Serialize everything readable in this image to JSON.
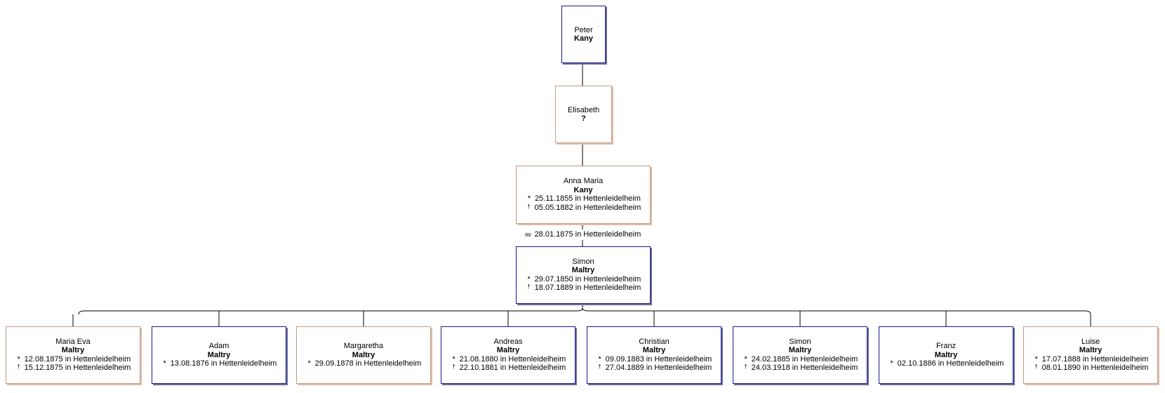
{
  "tree": {
    "grandfather": {
      "given": "Peter",
      "surname": "Kany",
      "sex": "male",
      "events": []
    },
    "grandmother": {
      "given": "Elisabeth",
      "surname": "?",
      "sex": "female",
      "events": []
    },
    "mother": {
      "given": "Anna Maria",
      "surname": "Kany",
      "sex": "female",
      "events": [
        {
          "symbol": "*",
          "type": "birth",
          "text": "25.11.1855 in Hettenleidelheim"
        },
        {
          "symbol": "†",
          "type": "death",
          "text": "05.05.1882 in Hettenleidelheim"
        }
      ]
    },
    "marriage": {
      "symbol": "∞",
      "text": "28.01.1875 in Hettenleidelheim"
    },
    "father": {
      "given": "Simon",
      "surname": "Maltry",
      "sex": "male",
      "events": [
        {
          "symbol": "*",
          "type": "birth",
          "text": "29.07.1850 in Hettenleidelheim"
        },
        {
          "symbol": "†",
          "type": "death",
          "text": "18.07.1889 in Hettenleidelheim"
        }
      ]
    },
    "children": [
      {
        "given": "Maria Eva",
        "surname": "Maltry",
        "sex": "female",
        "events": [
          {
            "symbol": "*",
            "type": "birth",
            "text": "12.08.1875 in Hettenleidelheim"
          },
          {
            "symbol": "†",
            "type": "death",
            "text": "15.12.1875 in Hettenleidelheim"
          }
        ]
      },
      {
        "given": "Adam",
        "surname": "Maltry",
        "sex": "male",
        "events": [
          {
            "symbol": "*",
            "type": "birth",
            "text": "13.08.1876 in Hettenleidelheim"
          }
        ]
      },
      {
        "given": "Margaretha",
        "surname": "Maltry",
        "sex": "female",
        "events": [
          {
            "symbol": "*",
            "type": "birth",
            "text": "29.09.1878 in Hettenleidelheim"
          }
        ]
      },
      {
        "given": "Andreas",
        "surname": "Maltry",
        "sex": "male",
        "events": [
          {
            "symbol": "*",
            "type": "birth",
            "text": "21.08.1880 in Hettenleidelheim"
          },
          {
            "symbol": "†",
            "type": "death",
            "text": "22.10.1881 in Hettenleidelheim"
          }
        ]
      },
      {
        "given": "Christian",
        "surname": "Maltry",
        "sex": "male",
        "events": [
          {
            "symbol": "*",
            "type": "birth",
            "text": "09.09.1883 in Hettenleidelheim"
          },
          {
            "symbol": "†",
            "type": "death",
            "text": "27.04.1889 in Hettenleidelheim"
          }
        ]
      },
      {
        "given": "Simon",
        "surname": "Maltry",
        "sex": "male",
        "events": [
          {
            "symbol": "*",
            "type": "birth",
            "text": "24.02.1885 in Hettenleidelheim"
          },
          {
            "symbol": "†",
            "type": "death",
            "text": "24.03.1918 in Hettenleidelheim"
          }
        ]
      },
      {
        "given": "Franz",
        "surname": "Maltry",
        "sex": "male",
        "events": [
          {
            "symbol": "*",
            "type": "birth",
            "text": "02.10.1886 in Hettenleidelheim"
          }
        ]
      },
      {
        "given": "Luise",
        "surname": "Maltry",
        "sex": "female",
        "events": [
          {
            "symbol": "*",
            "type": "birth",
            "text": "17.07.1888 in Hettenleidelheim"
          },
          {
            "symbol": "†",
            "type": "death",
            "text": "08.01.1890 in Hettenleidelheim"
          }
        ]
      }
    ]
  },
  "colors": {
    "male_border": "#1a1a8c",
    "female_border": "#c49b80",
    "line": "#000000"
  }
}
